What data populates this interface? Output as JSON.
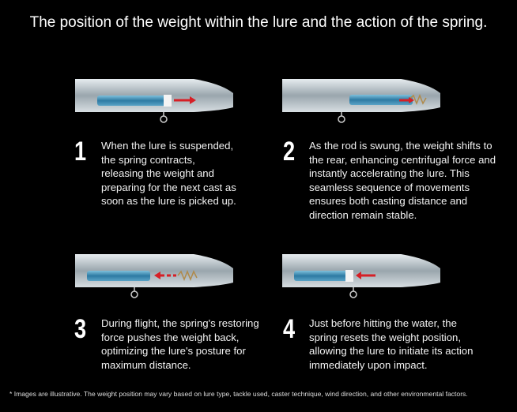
{
  "title": "The position of the weight within the lure and the action of the spring.",
  "steps": [
    {
      "number": "1",
      "text": "When the lure is suspended, the spring contracts, releasing the weight and preparing for the next cast as soon as the lure is picked up."
    },
    {
      "number": "2",
      "text": "As the rod is swung, the weight shifts to the rear, enhancing centrifugal force and instantly accelerating the lure. This seamless sequence of movements ensures both casting distance and direction remain stable."
    },
    {
      "number": "3",
      "text": "During flight, the spring's restoring force pushes the weight back, optimizing the lure's posture for maximum distance."
    },
    {
      "number": "4",
      "text": "Just before hitting the water, the spring resets the weight position, allowing the lure to initiate its action immediately upon impact."
    }
  ],
  "footnote": "* Images are illustrative. The weight position may vary based on lure type, tackle used, caster technique, wind direction, and other environmental factors.",
  "colors": {
    "background": "#000000",
    "weight": "#3a8ab0",
    "arrow": "#d61f26",
    "lure_body": "#c9d2d8"
  }
}
